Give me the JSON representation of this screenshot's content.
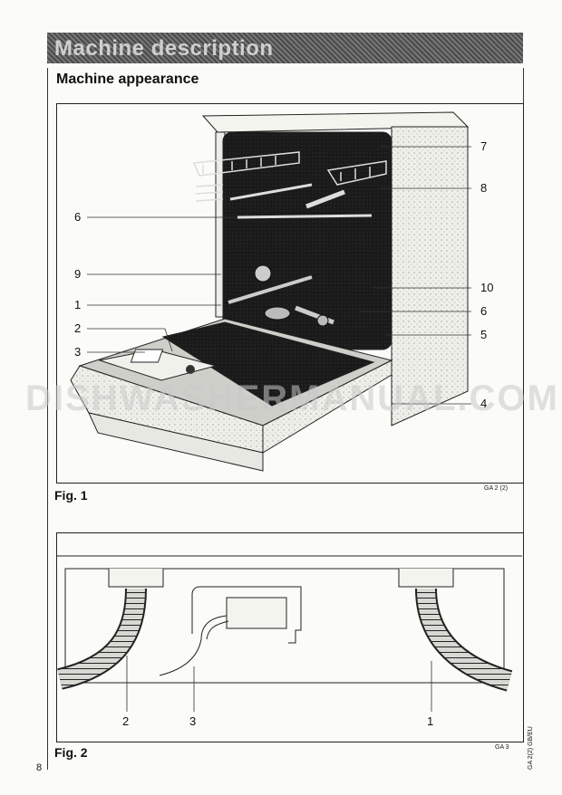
{
  "header": {
    "title": "Machine description"
  },
  "section": {
    "title": "Machine appearance"
  },
  "figure1": {
    "label": "Fig. 1",
    "code": "GA 2 (2)",
    "callouts": [
      "7",
      "8",
      "6",
      "9",
      "1",
      "2",
      "3",
      "10",
      "6",
      "5",
      "4"
    ]
  },
  "figure2": {
    "label": "Fig. 2",
    "code": "GA 3",
    "callouts": [
      "2",
      "3",
      "1"
    ]
  },
  "page": {
    "number": "8",
    "side_code": "GA 2(2)  GB/EU"
  },
  "watermark": "DISHWASHERMANUAL.COM"
}
